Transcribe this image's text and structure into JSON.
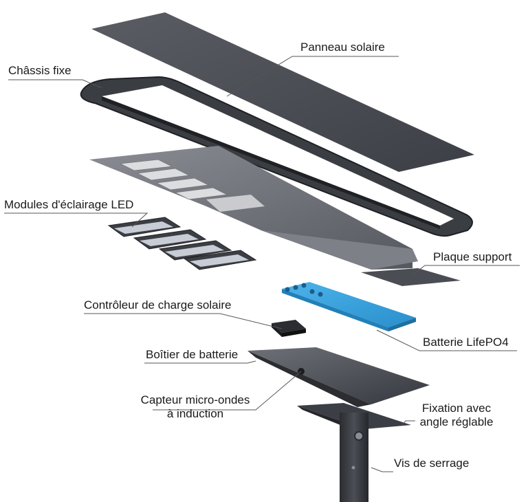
{
  "labels": {
    "panneau_solaire": "Panneau solaire",
    "chassis_fixe": "Châssis fixe",
    "modules_led": "Modules d'éclairage LED",
    "plaque_support": "Plaque support",
    "controleur": "Contrôleur de charge solaire",
    "batterie": "Batterie LifePO4",
    "boitier": "Boîtier de batterie",
    "capteur_line1": "Capteur micro-ondes",
    "capteur_line2": "à induction",
    "fixation_line1": "Fixation avec",
    "fixation_line2": "angle réglable",
    "vis": "Vis de serrage"
  },
  "colors": {
    "panel": "#4a4d54",
    "frame": "#2f3237",
    "plate": "#6b6e75",
    "battery": "#3aa3dc",
    "leader": "#555555"
  }
}
